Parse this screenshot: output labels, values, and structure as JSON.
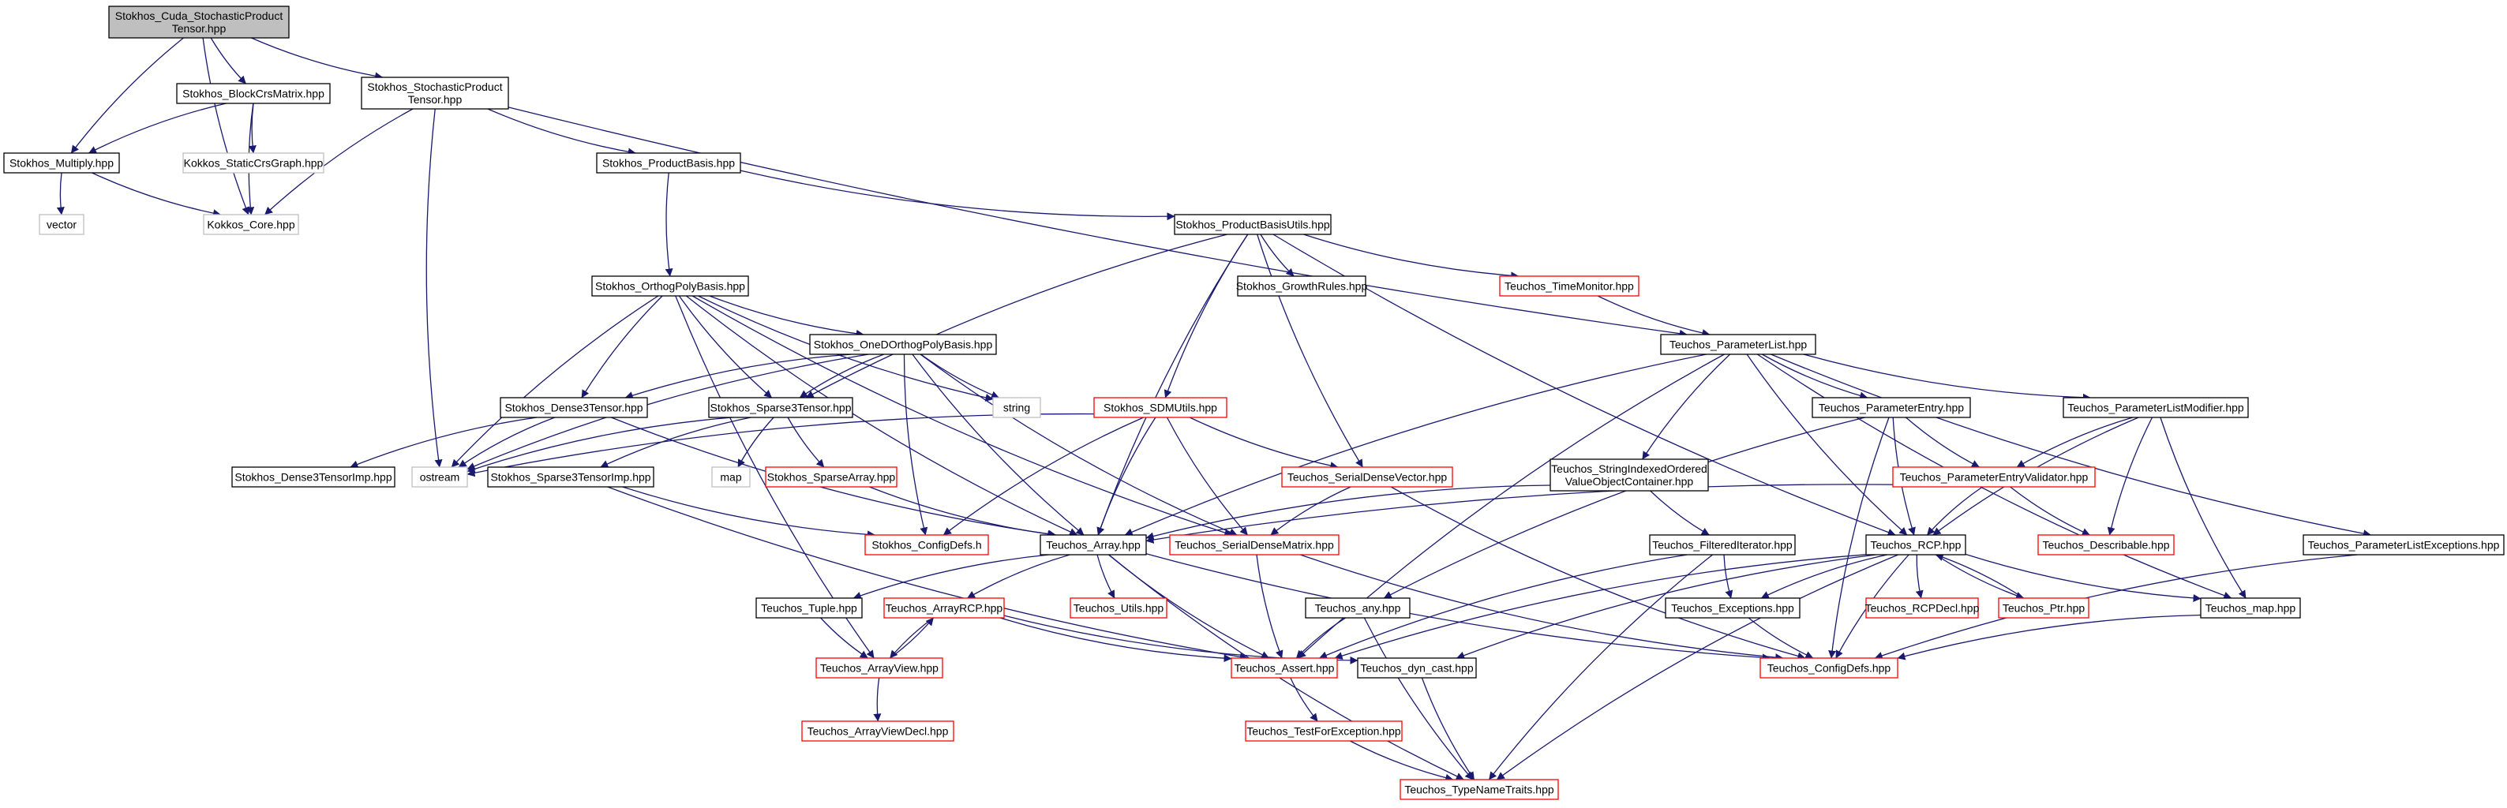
{
  "colors": {
    "edge": "#191970",
    "border_normal": "#000000",
    "border_truncated": "#ff0000",
    "border_system": "#bfbfbf",
    "root_fill": "#bfbfbf",
    "text": "#000000"
  },
  "nodes": {
    "root": {
      "lines": [
        "Stokhos_Cuda_StochasticProduct",
        "Tensor.hpp"
      ],
      "kind": "root"
    },
    "blockcrs": {
      "lines": [
        "Stokhos_BlockCrsMatrix.hpp"
      ],
      "kind": "normal"
    },
    "sptensor": {
      "lines": [
        "Stokhos_StochasticProduct",
        "Tensor.hpp"
      ],
      "kind": "normal"
    },
    "multiply": {
      "lines": [
        "Stokhos_Multiply.hpp"
      ],
      "kind": "normal"
    },
    "staticcrs": {
      "lines": [
        "Kokkos_StaticCrsGraph.hpp"
      ],
      "kind": "system"
    },
    "vector": {
      "lines": [
        "vector"
      ],
      "kind": "system"
    },
    "kcore": {
      "lines": [
        "Kokkos_Core.hpp"
      ],
      "kind": "system"
    },
    "prodbasis": {
      "lines": [
        "Stokhos_ProductBasis.hpp"
      ],
      "kind": "normal"
    },
    "pbutils": {
      "lines": [
        "Stokhos_ProductBasisUtils.hpp"
      ],
      "kind": "normal"
    },
    "orthog": {
      "lines": [
        "Stokhos_OrthogPolyBasis.hpp"
      ],
      "kind": "normal"
    },
    "growth": {
      "lines": [
        "Stokhos_GrowthRules.hpp"
      ],
      "kind": "normal"
    },
    "timemon": {
      "lines": [
        "Teuchos_TimeMonitor.hpp"
      ],
      "kind": "truncated"
    },
    "onedorthog": {
      "lines": [
        "Stokhos_OneDOrthogPolyBasis.hpp"
      ],
      "kind": "normal"
    },
    "plist": {
      "lines": [
        "Teuchos_ParameterList.hpp"
      ],
      "kind": "normal"
    },
    "dense3": {
      "lines": [
        "Stokhos_Dense3Tensor.hpp"
      ],
      "kind": "normal"
    },
    "sparse3": {
      "lines": [
        "Stokhos_Sparse3Tensor.hpp"
      ],
      "kind": "normal"
    },
    "string": {
      "lines": [
        "string"
      ],
      "kind": "system"
    },
    "sdmutils": {
      "lines": [
        "Stokhos_SDMUtils.hpp"
      ],
      "kind": "truncated"
    },
    "pentry": {
      "lines": [
        "Teuchos_ParameterEntry.hpp"
      ],
      "kind": "normal"
    },
    "plistmod": {
      "lines": [
        "Teuchos_ParameterListModifier.hpp"
      ],
      "kind": "normal"
    },
    "dense3imp": {
      "lines": [
        "Stokhos_Dense3TensorImp.hpp"
      ],
      "kind": "normal"
    },
    "ostream": {
      "lines": [
        "ostream"
      ],
      "kind": "system"
    },
    "sparse3imp": {
      "lines": [
        "Stokhos_Sparse3TensorImp.hpp"
      ],
      "kind": "normal"
    },
    "map": {
      "lines": [
        "map"
      ],
      "kind": "system"
    },
    "sparsearr": {
      "lines": [
        "Stokhos_SparseArray.hpp"
      ],
      "kind": "truncated"
    },
    "sdvector": {
      "lines": [
        "Teuchos_SerialDenseVector.hpp"
      ],
      "kind": "truncated"
    },
    "stringidx": {
      "lines": [
        "Teuchos_StringIndexedOrdered",
        "ValueObjectContainer.hpp"
      ],
      "kind": "normal"
    },
    "pentryval": {
      "lines": [
        "Teuchos_ParameterEntryValidator.hpp"
      ],
      "kind": "truncated"
    },
    "configdefs_h": {
      "lines": [
        "Stokhos_ConfigDefs.h"
      ],
      "kind": "truncated"
    },
    "tarray": {
      "lines": [
        "Teuchos_Array.hpp"
      ],
      "kind": "normal"
    },
    "sdmatrix": {
      "lines": [
        "Teuchos_SerialDenseMatrix.hpp"
      ],
      "kind": "truncated"
    },
    "filtered": {
      "lines": [
        "Teuchos_FilteredIterator.hpp"
      ],
      "kind": "normal"
    },
    "rcp": {
      "lines": [
        "Teuchos_RCP.hpp"
      ],
      "kind": "normal"
    },
    "describable": {
      "lines": [
        "Teuchos_Describable.hpp"
      ],
      "kind": "truncated"
    },
    "plistexc": {
      "lines": [
        "Teuchos_ParameterListExceptions.hpp"
      ],
      "kind": "normal"
    },
    "tuple": {
      "lines": [
        "Teuchos_Tuple.hpp"
      ],
      "kind": "normal"
    },
    "arrayrcp": {
      "lines": [
        "Teuchos_ArrayRCP.hpp"
      ],
      "kind": "truncated"
    },
    "utils": {
      "lines": [
        "Teuchos_Utils.hpp"
      ],
      "kind": "truncated"
    },
    "any": {
      "lines": [
        "Teuchos_any.hpp"
      ],
      "kind": "normal"
    },
    "exceptions": {
      "lines": [
        "Teuchos_Exceptions.hpp"
      ],
      "kind": "normal"
    },
    "rcpdecl": {
      "lines": [
        "Teuchos_RCPDecl.hpp"
      ],
      "kind": "truncated"
    },
    "ptr": {
      "lines": [
        "Teuchos_Ptr.hpp"
      ],
      "kind": "truncated"
    },
    "tmap": {
      "lines": [
        "Teuchos_map.hpp"
      ],
      "kind": "normal"
    },
    "arrayview": {
      "lines": [
        "Teuchos_ArrayView.hpp"
      ],
      "kind": "truncated"
    },
    "assert": {
      "lines": [
        "Teuchos_Assert.hpp"
      ],
      "kind": "truncated"
    },
    "dyncast": {
      "lines": [
        "Teuchos_dyn_cast.hpp"
      ],
      "kind": "normal"
    },
    "tconfigdefs": {
      "lines": [
        "Teuchos_ConfigDefs.hpp"
      ],
      "kind": "truncated"
    },
    "arrayviewdecl": {
      "lines": [
        "Teuchos_ArrayViewDecl.hpp"
      ],
      "kind": "truncated"
    },
    "testforexc": {
      "lines": [
        "Teuchos_TestForException.hpp"
      ],
      "kind": "truncated"
    },
    "typename": {
      "lines": [
        "Teuchos_TypeNameTraits.hpp"
      ],
      "kind": "truncated"
    }
  },
  "edges": [
    [
      "root",
      "blockcrs"
    ],
    [
      "root",
      "sptensor"
    ],
    [
      "root",
      "multiply"
    ],
    [
      "root",
      "kcore"
    ],
    [
      "blockcrs",
      "multiply"
    ],
    [
      "blockcrs",
      "staticcrs"
    ],
    [
      "blockcrs",
      "kcore"
    ],
    [
      "multiply",
      "vector"
    ],
    [
      "multiply",
      "kcore"
    ],
    [
      "sptensor",
      "kcore"
    ],
    [
      "sptensor",
      "prodbasis"
    ],
    [
      "sptensor",
      "ostream"
    ],
    [
      "sptensor",
      "plist"
    ],
    [
      "prodbasis",
      "orthog"
    ],
    [
      "prodbasis",
      "pbutils"
    ],
    [
      "pbutils",
      "sparse3"
    ],
    [
      "pbutils",
      "growth"
    ],
    [
      "pbutils",
      "timemon"
    ],
    [
      "pbutils",
      "sdmutils"
    ],
    [
      "pbutils",
      "tarray"
    ],
    [
      "pbutils",
      "sdvector"
    ],
    [
      "pbutils",
      "rcp"
    ],
    [
      "timemon",
      "plist"
    ],
    [
      "orthog",
      "dense3"
    ],
    [
      "orthog",
      "sparse3"
    ],
    [
      "orthog",
      "onedorthog"
    ],
    [
      "orthog",
      "string"
    ],
    [
      "orthog",
      "ostream"
    ],
    [
      "orthog",
      "tarray"
    ],
    [
      "orthog",
      "sdmatrix"
    ],
    [
      "orthog",
      "arrayview"
    ],
    [
      "onedorthog",
      "dense3"
    ],
    [
      "onedorthog",
      "sparse3"
    ],
    [
      "onedorthog",
      "string"
    ],
    [
      "onedorthog",
      "ostream"
    ],
    [
      "onedorthog",
      "configdefs_h"
    ],
    [
      "onedorthog",
      "tarray"
    ],
    [
      "onedorthog",
      "sdmatrix"
    ],
    [
      "dense3",
      "dense3imp"
    ],
    [
      "dense3",
      "ostream"
    ],
    [
      "dense3",
      "tarray"
    ],
    [
      "sparse3",
      "sparse3imp"
    ],
    [
      "sparse3",
      "map"
    ],
    [
      "sparse3",
      "sparsearr"
    ],
    [
      "sparse3",
      "ostream"
    ],
    [
      "sparse3imp",
      "configdefs_h"
    ],
    [
      "sparse3imp",
      "assert"
    ],
    [
      "sparsearr",
      "tarray"
    ],
    [
      "sdmutils",
      "ostream"
    ],
    [
      "sdmutils",
      "sdvector"
    ],
    [
      "sdmutils",
      "sdmatrix"
    ],
    [
      "sdmutils",
      "tarray"
    ],
    [
      "sdmutils",
      "configdefs_h"
    ],
    [
      "sdvector",
      "sdmatrix"
    ],
    [
      "sdvector",
      "tconfigdefs"
    ],
    [
      "plist",
      "tarray"
    ],
    [
      "plist",
      "pentry"
    ],
    [
      "plist",
      "plistmod"
    ],
    [
      "plist",
      "stringidx"
    ],
    [
      "plist",
      "rcp"
    ],
    [
      "plist",
      "plistexc"
    ],
    [
      "plist",
      "assert"
    ],
    [
      "plist",
      "tmap"
    ],
    [
      "pentry",
      "pentryval"
    ],
    [
      "pentry",
      "rcp"
    ],
    [
      "pentry",
      "any"
    ],
    [
      "pentry",
      "tconfigdefs"
    ],
    [
      "plistmod",
      "pentryval"
    ],
    [
      "plistmod",
      "rcp"
    ],
    [
      "plistmod",
      "describable"
    ],
    [
      "plistmod",
      "tmap"
    ],
    [
      "stringidx",
      "tarray"
    ],
    [
      "stringidx",
      "filtered"
    ],
    [
      "pentryval",
      "tarray"
    ],
    [
      "pentryval",
      "rcp"
    ],
    [
      "pentryval",
      "describable"
    ],
    [
      "filtered",
      "exceptions"
    ],
    [
      "filtered",
      "assert"
    ],
    [
      "filtered",
      "typename"
    ],
    [
      "plistexc",
      "tconfigdefs"
    ],
    [
      "sdmatrix",
      "assert"
    ],
    [
      "sdmatrix",
      "tconfigdefs"
    ],
    [
      "tarray",
      "tuple"
    ],
    [
      "tarray",
      "arrayrcp"
    ],
    [
      "tarray",
      "utils"
    ],
    [
      "tarray",
      "assert"
    ],
    [
      "tarray",
      "typename"
    ],
    [
      "tarray",
      "tconfigdefs"
    ],
    [
      "tuple",
      "arrayview"
    ],
    [
      "arrayrcp",
      "arrayview"
    ],
    [
      "arrayrcp",
      "assert"
    ],
    [
      "arrayrcp",
      "dyncast"
    ],
    [
      "arrayview",
      "arrayrcp"
    ],
    [
      "arrayview",
      "arrayviewdecl"
    ],
    [
      "any",
      "assert"
    ],
    [
      "any",
      "typename"
    ],
    [
      "rcp",
      "rcpdecl"
    ],
    [
      "rcp",
      "ptr"
    ],
    [
      "rcp",
      "exceptions"
    ],
    [
      "rcp",
      "assert"
    ],
    [
      "rcp",
      "dyncast"
    ],
    [
      "rcp",
      "tmap"
    ],
    [
      "rcp",
      "tconfigdefs"
    ],
    [
      "rcp",
      "typename"
    ],
    [
      "ptr",
      "rcp"
    ],
    [
      "exceptions",
      "tconfigdefs"
    ],
    [
      "tmap",
      "tconfigdefs"
    ],
    [
      "assert",
      "testforexc"
    ],
    [
      "testforexc",
      "typename"
    ],
    [
      "dyncast",
      "typename"
    ]
  ]
}
